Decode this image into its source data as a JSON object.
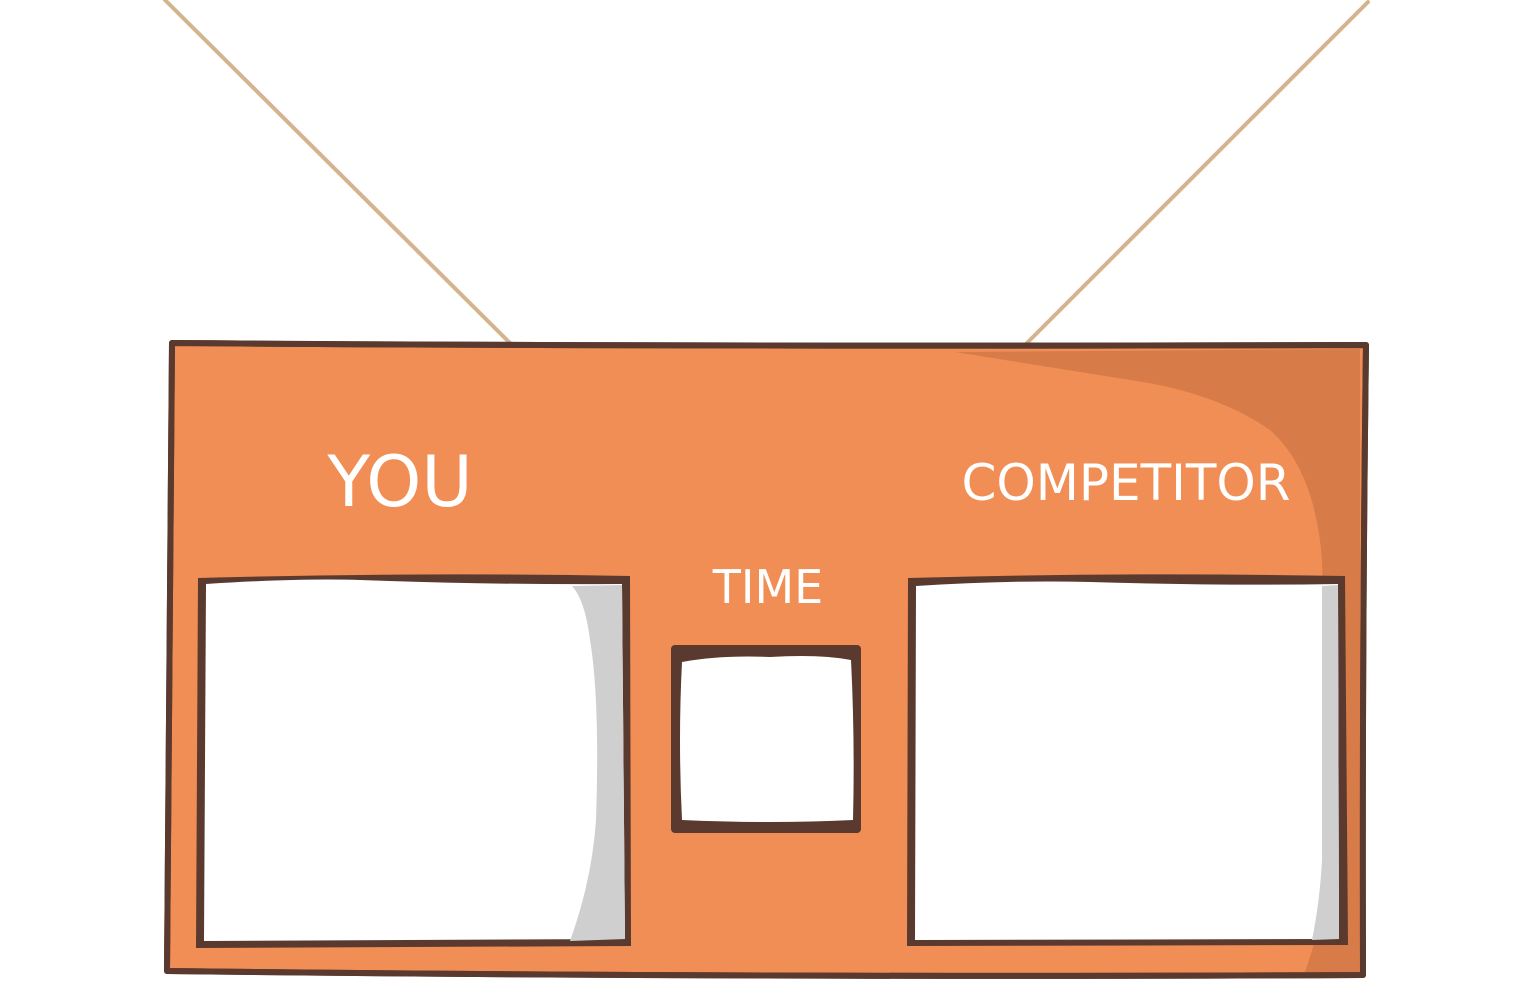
{
  "scoreboard": {
    "player_label": "YOU",
    "time_label": "TIME",
    "competitor_label": "COMPETITOR",
    "player_score": "",
    "time_value": "",
    "competitor_score": ""
  },
  "colors": {
    "board": "#F08E55",
    "board_shade": "#D77C48",
    "outline": "#5A3A2E",
    "rope": "#D4B48E",
    "panel": "#FFFFFF",
    "panel_shadow": "#CFCFCF",
    "label_text": "#FFFFFF"
  }
}
